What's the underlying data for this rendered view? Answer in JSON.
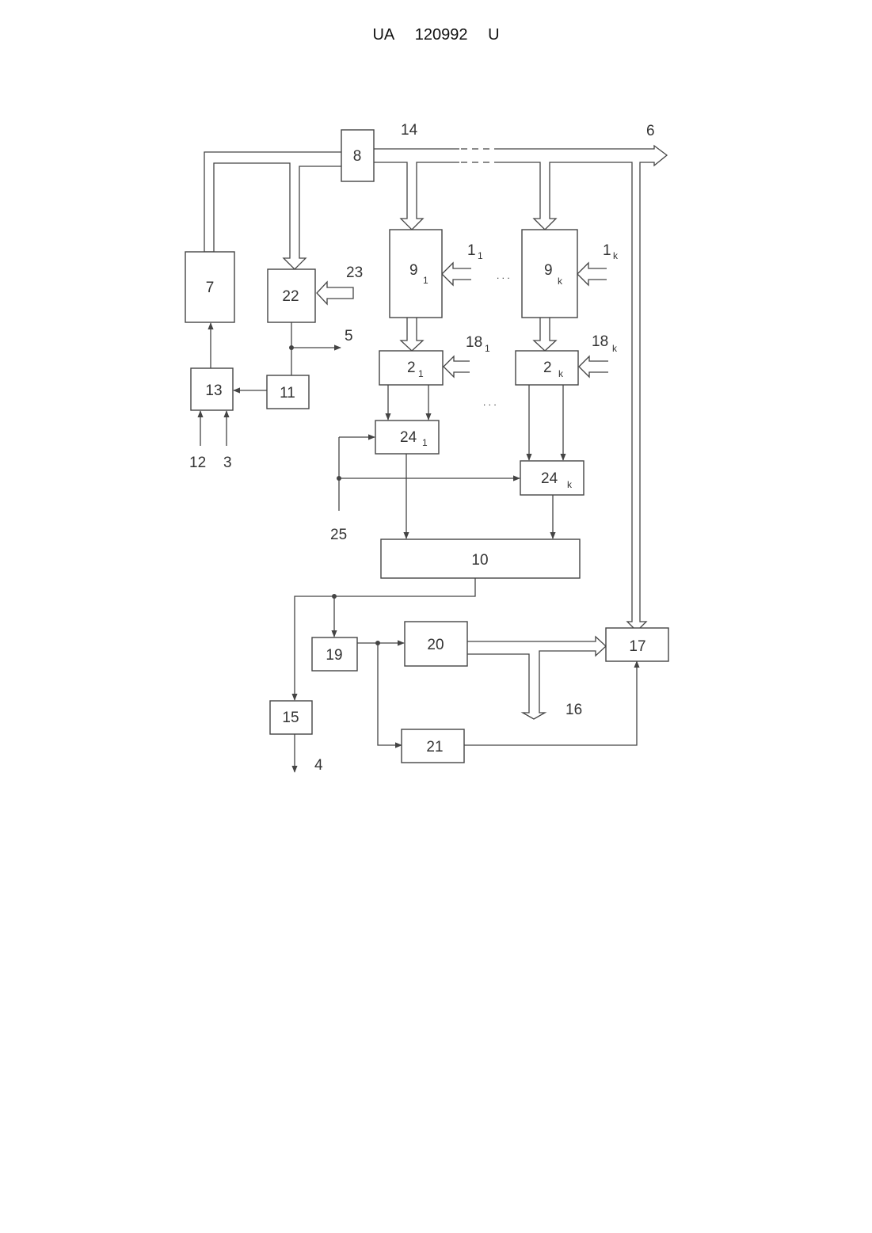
{
  "header": {
    "country": "UA",
    "number": "120992",
    "kind": "U"
  },
  "blocks": {
    "b7": "7",
    "b8": "8",
    "b9_1": "9",
    "b9_1_sub": "1",
    "b9_k": "9",
    "b9_k_sub": "k",
    "b22": "22",
    "b2_1": "2",
    "b2_1_sub": "1",
    "b2_k": "2",
    "b2_k_sub": "k",
    "b13": "13",
    "b11": "11",
    "b24_1": "24",
    "b24_1_sub": "1",
    "b24_k": "24",
    "b24_k_sub": "k",
    "b10": "10",
    "b19": "19",
    "b20": "20",
    "b17": "17",
    "b15": "15",
    "b21": "21"
  },
  "labels": {
    "l14": "14",
    "l6": "6",
    "l23": "23",
    "l5": "5",
    "l1_1": "1",
    "l1_1_sub": "1",
    "l1_k": "1",
    "l1_k_sub": "k",
    "l18_1": "18",
    "l18_1_sub": "1",
    "l18_k": "18",
    "l18_k_sub": "k",
    "l12": "12",
    "l3": "3",
    "l25": "25",
    "l16": "16",
    "l4": "4",
    "ellipsis": ". . ."
  }
}
